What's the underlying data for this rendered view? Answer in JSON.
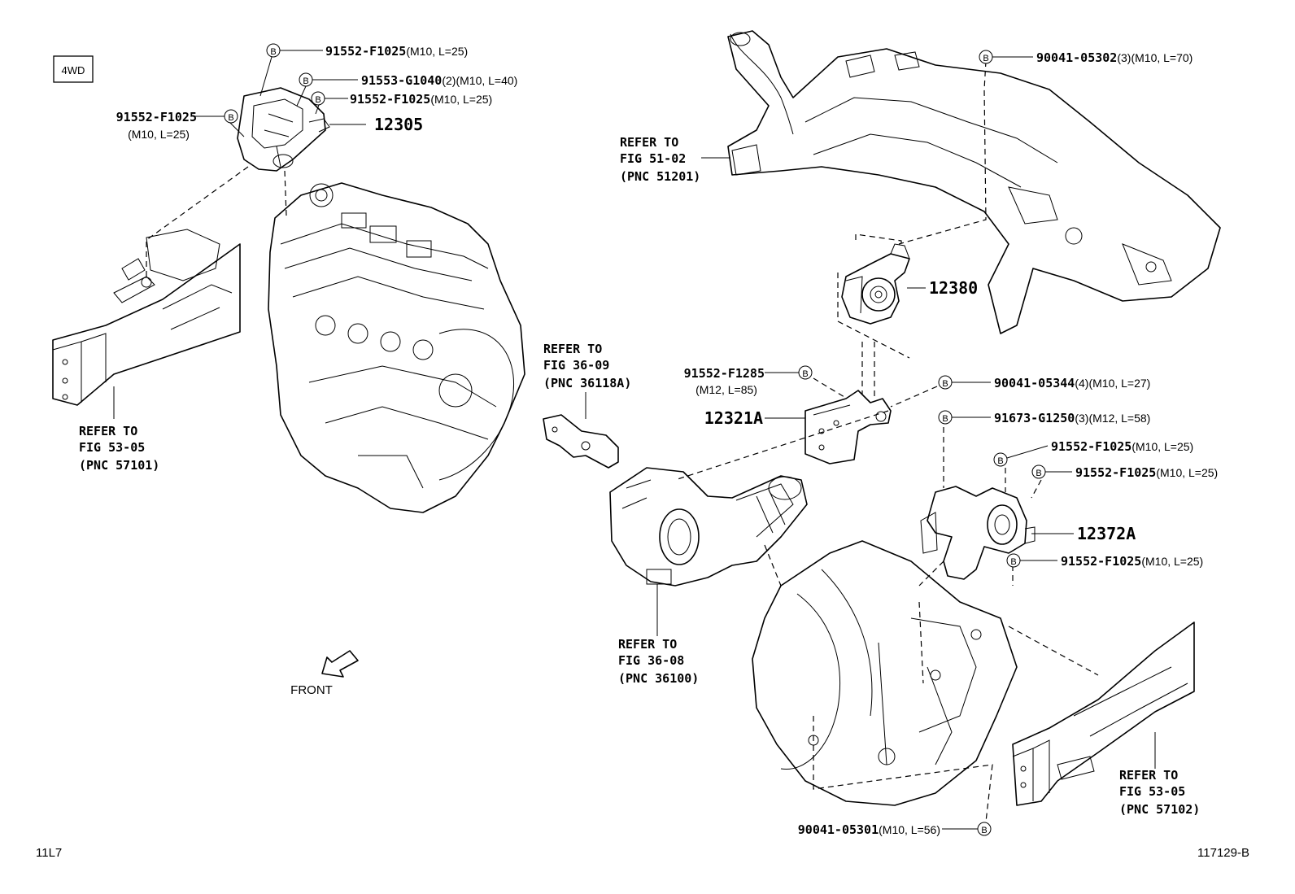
{
  "badge_4wd": "4WD",
  "bolt_symbol": "B",
  "callouts": {
    "c1": "91552-F1025",
    "c1_spec": "(M10, L=25)",
    "c2": "91553-G1040",
    "c2_spec": "(2)(M10, L=40)",
    "c3": "91552-F1025",
    "c3_spec": "(M10, L=25)",
    "c4": "91552-F1025",
    "c4_spec": "(M10, L=25)",
    "c5": "90041-05302",
    "c5_spec": "(3)(M10, L=70)",
    "c6": "91552-F1285",
    "c6_spec": "(M12, L=85)",
    "c7": "90041-05344",
    "c7_spec": "(4)(M10, L=27)",
    "c8": "91673-G1250",
    "c8_spec": "(3)(M12, L=58)",
    "c9": "91552-F1025",
    "c9_spec": "(M10, L=25)",
    "c10": "91552-F1025",
    "c10_spec": "(M10, L=25)",
    "c11": "91552-F1025",
    "c11_spec": "(M10, L=25)",
    "c12": "90041-05301",
    "c12_spec": "(M10, L=56)"
  },
  "parts": {
    "p12305": "12305",
    "p12380": "12380",
    "p12321A": "12321A",
    "p12372A": "12372A"
  },
  "refs": {
    "r1": [
      "REFER TO",
      "FIG 51-02",
      "(PNC 51201)"
    ],
    "r2": [
      "REFER TO",
      "FIG 36-09",
      "(PNC 36118A)"
    ],
    "r3": [
      "REFER TO",
      "FIG 53-05",
      "(PNC 57101)"
    ],
    "r4": [
      "REFER TO",
      "FIG 36-08",
      "(PNC 36100)"
    ],
    "r5": [
      "REFER TO",
      "FIG 53-05",
      "(PNC 57102)"
    ]
  },
  "front_label": "FRONT",
  "footer_left": "11L7",
  "footer_right": "117129-B"
}
